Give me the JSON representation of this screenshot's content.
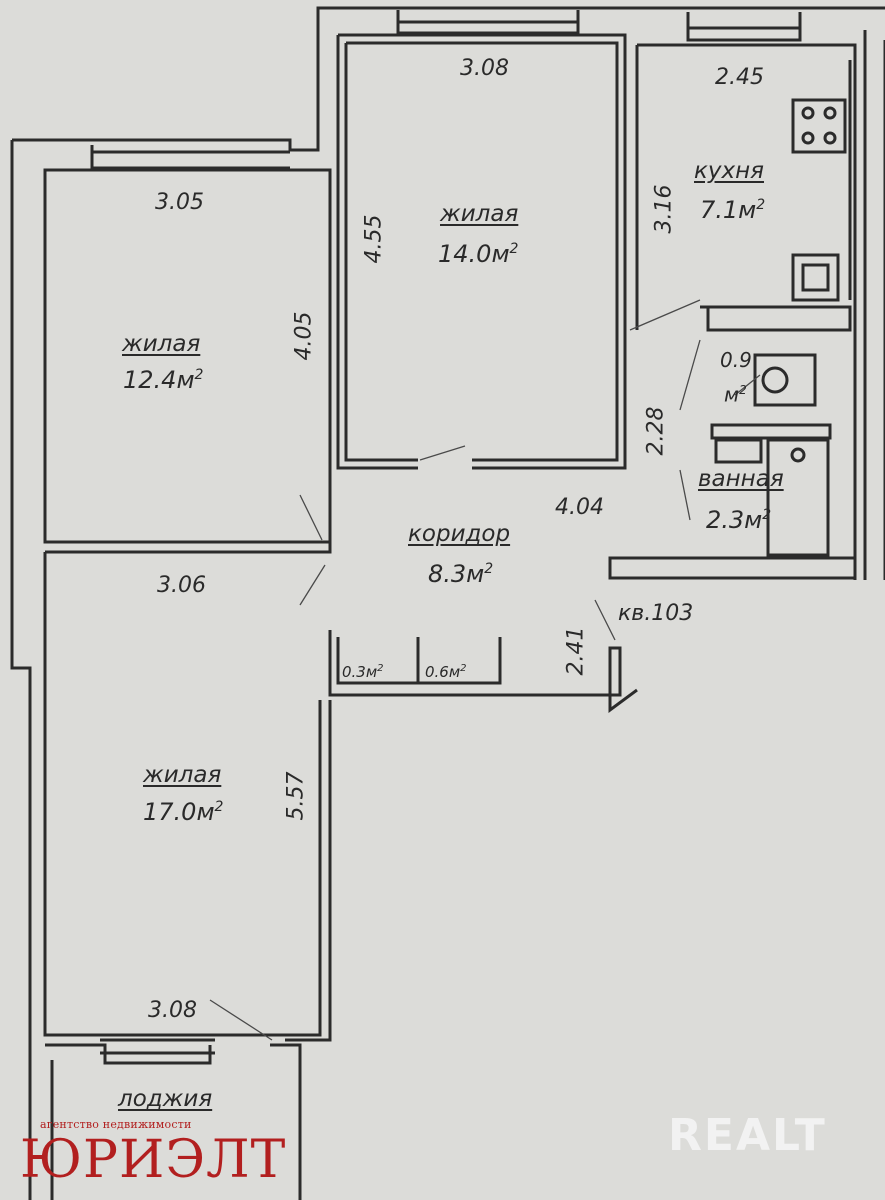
{
  "rooms": {
    "bedroom_left_top": {
      "name": "жилая",
      "area": "12.4м",
      "width": "3.05",
      "height": "4.05"
    },
    "bedroom_center": {
      "name": "жилая",
      "area": "14.0м",
      "width": "3.08",
      "height": "4.55"
    },
    "kitchen": {
      "name": "кухня",
      "area": "7.1м",
      "width": "2.45",
      "height": "3.16"
    },
    "wc": {
      "area_value": "0.9",
      "area_unit": "м"
    },
    "bathroom": {
      "name": "ванная",
      "area": "2.3м",
      "height": "2.28"
    },
    "corridor": {
      "name": "коридор",
      "area": "8.3м",
      "width": "4.04",
      "depth": "2.41"
    },
    "closet_1": {
      "area": "0.3м"
    },
    "closet_2": {
      "area": "0.6м"
    },
    "bedroom_left_bottom": {
      "name": "жилая",
      "area": "17.0м",
      "width": "3.06",
      "height": "5.57"
    },
    "loggia": {
      "name": "лоджия",
      "width": "3.08"
    }
  },
  "apartment_label": "кв.103",
  "superscript": "2",
  "watermarks": {
    "agency_small": "агентство недвижимости",
    "agency": "ЮРИЭЛТ",
    "portal": "REALT"
  },
  "colors": {
    "background": "#dcdcd9",
    "wall_line": "#2b2b2b",
    "agency": "#b21f1f",
    "portal": "#f2f2f2"
  }
}
